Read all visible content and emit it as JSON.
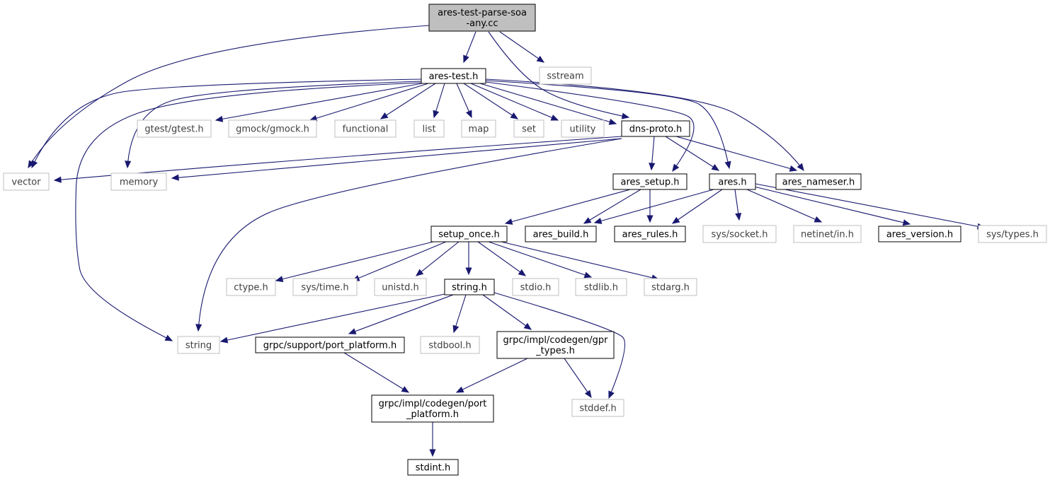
{
  "title": "",
  "colors": {
    "edge": "#191970",
    "root_fill": "#bfbfbf",
    "system_border": "#bfbfbf",
    "local_border": "#000000"
  },
  "nodes": [
    {
      "id": "root",
      "lines": [
        "ares-test-parse-soa",
        "-any.cc"
      ],
      "kind": "root"
    },
    {
      "id": "ares_test",
      "lines": [
        "ares-test.h"
      ],
      "kind": "local"
    },
    {
      "id": "sstream",
      "lines": [
        "sstream"
      ],
      "kind": "system"
    },
    {
      "id": "gtest",
      "lines": [
        "gtest/gtest.h"
      ],
      "kind": "system"
    },
    {
      "id": "gmock",
      "lines": [
        "gmock/gmock.h"
      ],
      "kind": "system"
    },
    {
      "id": "functional",
      "lines": [
        "functional"
      ],
      "kind": "system"
    },
    {
      "id": "list",
      "lines": [
        "list"
      ],
      "kind": "system"
    },
    {
      "id": "map",
      "lines": [
        "map"
      ],
      "kind": "system"
    },
    {
      "id": "set",
      "lines": [
        "set"
      ],
      "kind": "system"
    },
    {
      "id": "utility",
      "lines": [
        "utility"
      ],
      "kind": "system"
    },
    {
      "id": "dns_proto",
      "lines": [
        "dns-proto.h"
      ],
      "kind": "local"
    },
    {
      "id": "vector",
      "lines": [
        "vector"
      ],
      "kind": "system"
    },
    {
      "id": "memory",
      "lines": [
        "memory"
      ],
      "kind": "system"
    },
    {
      "id": "ares_setup",
      "lines": [
        "ares_setup.h"
      ],
      "kind": "local"
    },
    {
      "id": "ares_h",
      "lines": [
        "ares.h"
      ],
      "kind": "local"
    },
    {
      "id": "ares_nameser",
      "lines": [
        "ares_nameser.h"
      ],
      "kind": "local"
    },
    {
      "id": "setup_once",
      "lines": [
        "setup_once.h"
      ],
      "kind": "local"
    },
    {
      "id": "ares_build",
      "lines": [
        "ares_build.h"
      ],
      "kind": "local"
    },
    {
      "id": "ares_rules",
      "lines": [
        "ares_rules.h"
      ],
      "kind": "local"
    },
    {
      "id": "sys_socket",
      "lines": [
        "sys/socket.h"
      ],
      "kind": "system"
    },
    {
      "id": "netinet_in",
      "lines": [
        "netinet/in.h"
      ],
      "kind": "system"
    },
    {
      "id": "ares_version",
      "lines": [
        "ares_version.h"
      ],
      "kind": "local"
    },
    {
      "id": "sys_types",
      "lines": [
        "sys/types.h"
      ],
      "kind": "system"
    },
    {
      "id": "ctype",
      "lines": [
        "ctype.h"
      ],
      "kind": "system"
    },
    {
      "id": "sys_time",
      "lines": [
        "sys/time.h"
      ],
      "kind": "system"
    },
    {
      "id": "unistd",
      "lines": [
        "unistd.h"
      ],
      "kind": "system"
    },
    {
      "id": "string_h",
      "lines": [
        "string.h"
      ],
      "kind": "local"
    },
    {
      "id": "stdio",
      "lines": [
        "stdio.h"
      ],
      "kind": "system"
    },
    {
      "id": "stdlib",
      "lines": [
        "stdlib.h"
      ],
      "kind": "system"
    },
    {
      "id": "stdarg",
      "lines": [
        "stdarg.h"
      ],
      "kind": "system"
    },
    {
      "id": "string",
      "lines": [
        "string"
      ],
      "kind": "system"
    },
    {
      "id": "grpc_support_pp",
      "lines": [
        "grpc/support/port_platform.h"
      ],
      "kind": "local"
    },
    {
      "id": "stdbool",
      "lines": [
        "stdbool.h"
      ],
      "kind": "system"
    },
    {
      "id": "grpc_gpr_types",
      "lines": [
        "grpc/impl/codegen/gpr",
        "_types.h"
      ],
      "kind": "local"
    },
    {
      "id": "grpc_codegen_pp",
      "lines": [
        "grpc/impl/codegen/port",
        "_platform.h"
      ],
      "kind": "local"
    },
    {
      "id": "stddef",
      "lines": [
        "stddef.h"
      ],
      "kind": "system"
    },
    {
      "id": "stdint",
      "lines": [
        "stdint.h"
      ],
      "kind": "local"
    }
  ],
  "edges": [
    [
      "root",
      "ares_test"
    ],
    [
      "root",
      "sstream"
    ],
    [
      "root",
      "vector"
    ],
    [
      "root",
      "dns_proto"
    ],
    [
      "ares_test",
      "gtest"
    ],
    [
      "ares_test",
      "gmock"
    ],
    [
      "ares_test",
      "functional"
    ],
    [
      "ares_test",
      "list"
    ],
    [
      "ares_test",
      "map"
    ],
    [
      "ares_test",
      "set"
    ],
    [
      "ares_test",
      "utility"
    ],
    [
      "ares_test",
      "dns_proto"
    ],
    [
      "ares_test",
      "vector"
    ],
    [
      "ares_test",
      "memory"
    ],
    [
      "ares_test",
      "string"
    ],
    [
      "ares_test",
      "ares_setup"
    ],
    [
      "ares_test",
      "ares_h"
    ],
    [
      "ares_test",
      "ares_nameser"
    ],
    [
      "dns_proto",
      "vector"
    ],
    [
      "dns_proto",
      "memory"
    ],
    [
      "dns_proto",
      "string"
    ],
    [
      "dns_proto",
      "ares_setup"
    ],
    [
      "dns_proto",
      "ares_h"
    ],
    [
      "dns_proto",
      "ares_nameser"
    ],
    [
      "ares_setup",
      "setup_once"
    ],
    [
      "ares_setup",
      "ares_build"
    ],
    [
      "ares_setup",
      "ares_rules"
    ],
    [
      "ares_h",
      "ares_build"
    ],
    [
      "ares_h",
      "ares_rules"
    ],
    [
      "ares_h",
      "sys_socket"
    ],
    [
      "ares_h",
      "netinet_in"
    ],
    [
      "ares_h",
      "ares_version"
    ],
    [
      "ares_h",
      "sys_types"
    ],
    [
      "setup_once",
      "ctype"
    ],
    [
      "setup_once",
      "sys_time"
    ],
    [
      "setup_once",
      "unistd"
    ],
    [
      "setup_once",
      "string_h"
    ],
    [
      "setup_once",
      "stdio"
    ],
    [
      "setup_once",
      "stdlib"
    ],
    [
      "setup_once",
      "stdarg"
    ],
    [
      "string_h",
      "string"
    ],
    [
      "string_h",
      "grpc_support_pp"
    ],
    [
      "string_h",
      "stdbool"
    ],
    [
      "string_h",
      "grpc_gpr_types"
    ],
    [
      "string_h",
      "stddef"
    ],
    [
      "grpc_support_pp",
      "grpc_codegen_pp"
    ],
    [
      "grpc_gpr_types",
      "grpc_codegen_pp"
    ],
    [
      "grpc_gpr_types",
      "stddef"
    ],
    [
      "grpc_codegen_pp",
      "stdint"
    ]
  ]
}
